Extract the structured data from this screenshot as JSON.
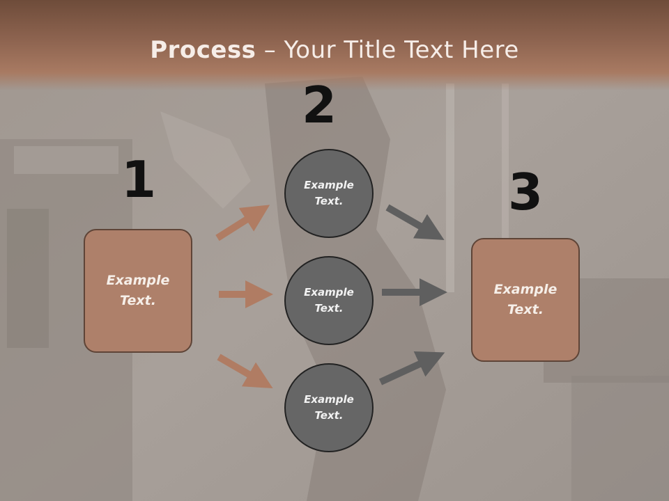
{
  "title": {
    "bold": "Process",
    "rest": " – Your Title Text Here"
  },
  "steps": [
    {
      "number": "1",
      "label": "Example Text."
    },
    {
      "number": "2",
      "label": "Example Text."
    },
    {
      "number": "3",
      "label": "Example Text."
    }
  ],
  "circles": [
    {
      "label": "Example Text."
    },
    {
      "label": "Example Text."
    },
    {
      "label": "Example Text."
    }
  ],
  "colors": {
    "box_fill": "#ae806a",
    "circle_fill": "#666666",
    "arrow_left": "#b07c63",
    "arrow_right": "#5f5f5f",
    "banner": "#8e6450"
  }
}
